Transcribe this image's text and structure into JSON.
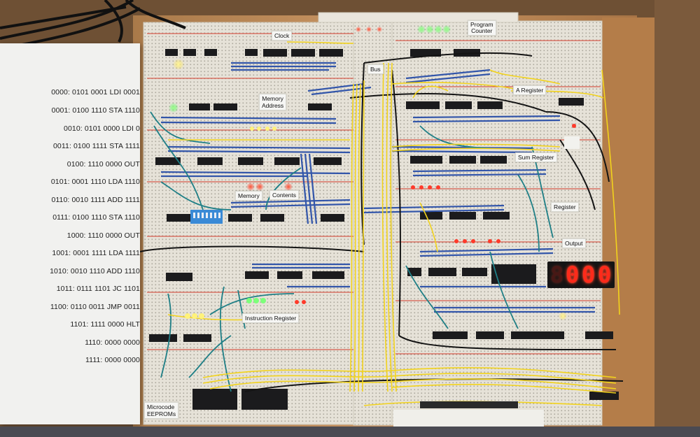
{
  "program_listing": [
    "0000: 0101 0001 LDI 0001",
    "0001: 0100 1110 STA 1110",
    "0010: 0101 0000 LDI 0",
    "0011: 0100 1111 STA 1111",
    "0100: 1110 0000 OUT",
    "0101: 0001 1110 LDA 1110",
    "0110: 0010 1111 ADD 1111",
    "0111: 0100 1110 STA 1110",
    "1000: 1110 0000 OUT",
    "1001: 0001 1111 LDA 1111",
    "1010: 0010 1110 ADD 1110",
    "1011: 0111 1101 JC 1101",
    "1100: 0110 0011 JMP 0011",
    "1101: 1111 0000 HLT",
    "1110: 0000 0000",
    "1111: 0000 0000"
  ],
  "labels": {
    "clock": "Clock",
    "program_counter_1": "Program",
    "program_counter_2": "Counter",
    "bus": "Bus",
    "memory_address_1": "Memory",
    "memory_address_2": "Address",
    "a_register": "A Register",
    "sum_register": "Sum Register",
    "b_register": "Register",
    "memory_contents_1": "Memory",
    "memory_contents_2": "Contents",
    "output": "Output",
    "instruction_register": "Instruction Register",
    "microcode_1": "Microcode",
    "microcode_2": "EEPROMs"
  },
  "display": {
    "digit_1": "8",
    "digit_2": "0",
    "digit_3": "0",
    "digit_4": "0"
  },
  "colors": {
    "wood": "#c08a55",
    "board": "#e8e4da",
    "wire_yellow": "#f2d31c",
    "wire_blue": "#2a4fa8",
    "wire_teal": "#1f7f86",
    "led_red": "#ff2a1a",
    "led_green": "#3cff4a"
  }
}
